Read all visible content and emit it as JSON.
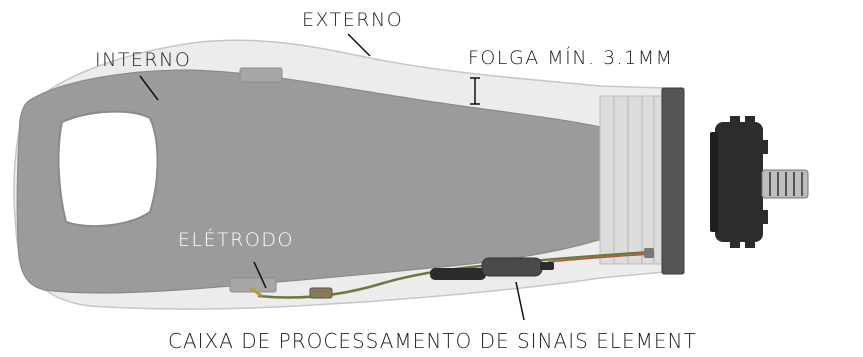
{
  "diagram": {
    "labels": {
      "externo": "EXTERNO",
      "interno": "INTERNO",
      "folga": "FOLGA MÍN. 3.1MM",
      "eletrodo": "ELÉTRODO",
      "caixa": "CAIXA DE PROCESSAMENTO DE SINAIS ELEMENT"
    },
    "colors": {
      "outer_shell": "#ececec",
      "outer_outline": "#c4c4c4",
      "inner_socket": "#9b9b9b",
      "inner_socket_rim": "#8a8a8a",
      "ring_band": "#dcdcdc",
      "end_cap": "#555555",
      "connector": "#2c2c2c",
      "cable": "#6b7a3c",
      "cable_red": "#b5523c",
      "processor_box": "#4a4a4a",
      "leader_line": "#111111"
    }
  }
}
